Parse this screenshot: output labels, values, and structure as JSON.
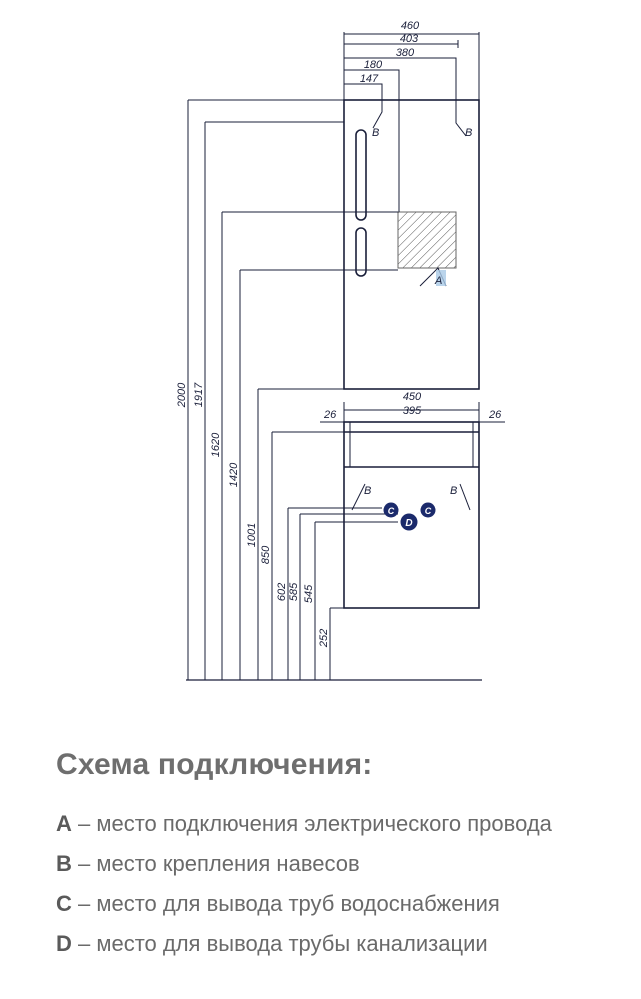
{
  "drawing": {
    "dimensions": {
      "d460": "460",
      "d403": "403",
      "d380": "380",
      "d180": "180",
      "d147": "147",
      "d450": "450",
      "d395": "395",
      "d26_left": "26",
      "d26_right": "26",
      "h2000": "2000",
      "h1917": "1917",
      "h1620": "1620",
      "h1420": "1420",
      "h1001": "1001",
      "h850": "850",
      "h602": "602",
      "h585": "585",
      "h545": "545",
      "h252": "252"
    },
    "markers": {
      "a": "A",
      "b_upper_left": "B",
      "b_upper_right": "B",
      "b_lower_left": "B",
      "b_lower_right": "B",
      "c_left": "C",
      "c_right": "C",
      "d": "D"
    }
  },
  "legend": {
    "title": "Схема подключения:",
    "items": [
      {
        "key": "A",
        "text": " – место подключения электрического провода"
      },
      {
        "key": "B",
        "text": " – место крепления навесов"
      },
      {
        "key": "C",
        "text": " – место для вывода труб водоснабжения"
      },
      {
        "key": "D",
        "text": " – место для вывода трубы канализации"
      }
    ]
  },
  "colors": {
    "line": "#1a1f3a",
    "marker_fill": "#1b2a6b",
    "legend_text": "#6a6a6a"
  }
}
